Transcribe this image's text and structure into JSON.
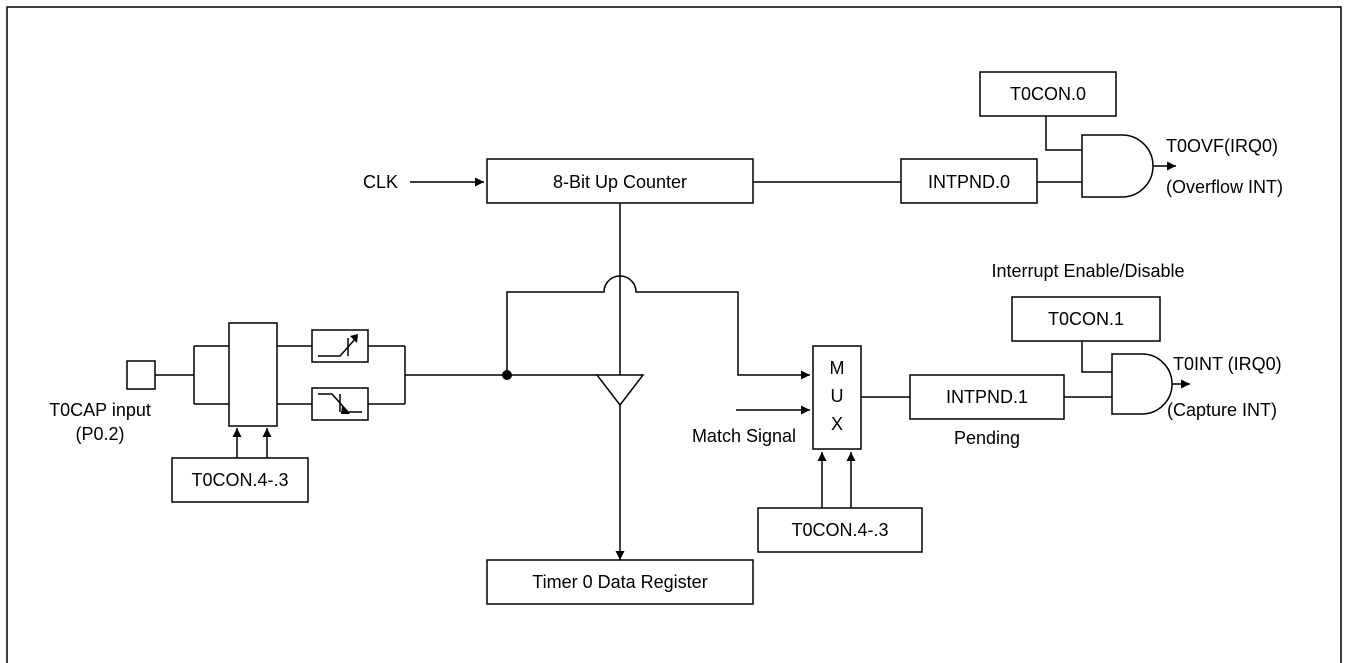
{
  "blocks": {
    "counter": "8-Bit Up Counter",
    "intpnd0": "INTPND.0",
    "t0con0": "T0CON.0",
    "t0con1": "T0CON.1",
    "intpnd1": "INTPND.1",
    "t0con43_left": "T0CON.4-.3",
    "t0con43_right": "T0CON.4-.3",
    "data_register": "Timer 0 Data Register",
    "mux": [
      "M",
      "U",
      "X"
    ]
  },
  "labels": {
    "clk": "CLK",
    "t0ovf": "T0OVF(IRQ0)",
    "overflow_int": "(Overflow INT)",
    "interrupt_enable": "Interrupt Enable/Disable",
    "t0int": "T0INT (IRQ0)",
    "capture_int": "(Capture INT)",
    "pending": "Pending",
    "match_signal": "Match Signal",
    "t0cap_input": "T0CAP input",
    "p02": "(P0.2)"
  }
}
